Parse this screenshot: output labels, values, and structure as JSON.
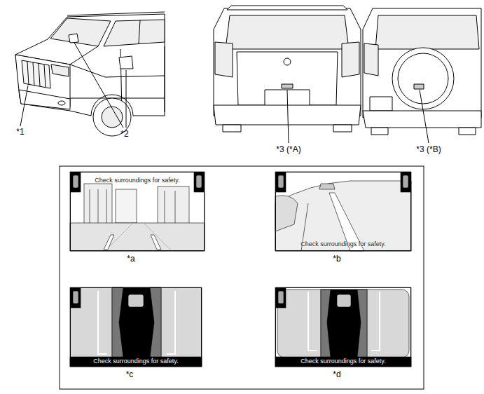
{
  "diagram": {
    "nodes": [
      {
        "text": [
          "Check surroundings for safety."
        ]
      },
      {
        "text": [
          "Check surroundings for safety."
        ]
      },
      {
        "text": [
          "Check surroundings for safety."
        ]
      },
      {
        "text": [
          "Check surroundings for safety."
        ]
      }
    ],
    "labels": [
      "*1",
      "*2",
      "*3 (*A)",
      "*3 (*B)",
      "*a",
      "*b",
      "*c",
      "*d"
    ]
  }
}
